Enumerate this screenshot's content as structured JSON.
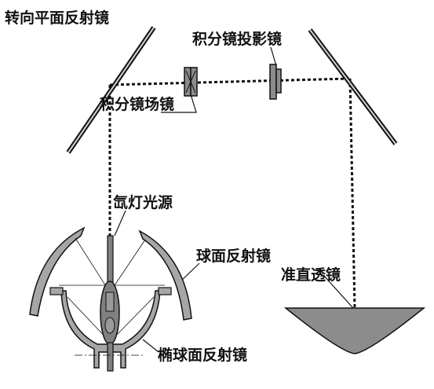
{
  "labels": {
    "turning_mirror": "转向平面反射镜",
    "integrator_projection_lens": "积分镜投影镜",
    "integrator_field_lens": "积分镜场镜",
    "xenon_lamp": "氙灯光源",
    "spherical_reflector": "球面反射镜",
    "collimating_lens": "准直透镜",
    "ellipsoidal_reflector": "椭球面反射镜"
  },
  "colors": {
    "line": "#111111",
    "lens_fill": "#8c8c8c",
    "reflector_fill": "#a6a6a6",
    "dark_fill": "#808080"
  }
}
